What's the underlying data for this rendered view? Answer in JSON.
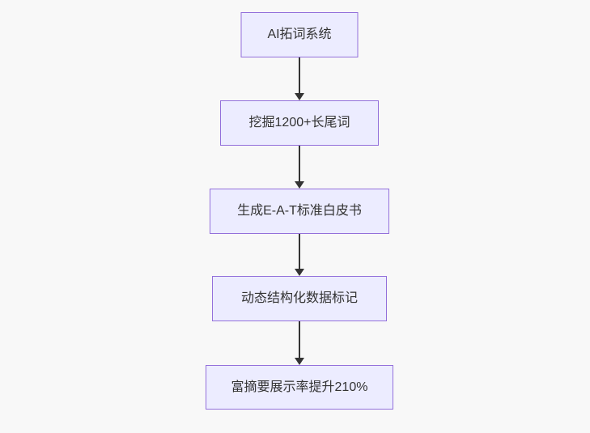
{
  "page": {
    "background": "#f8f8f8"
  },
  "flowchart": {
    "type": "vertical-flow",
    "direction": "top-down",
    "colors": {
      "node_fill": "#ECECFF",
      "node_border": "#9370DB",
      "node_text": "#333333",
      "arrow": "#333333"
    },
    "nodes": [
      {
        "label": "AI拓词系统"
      },
      {
        "label": "挖掘1200+长尾词"
      },
      {
        "label": "生成E-A-T标准白皮书"
      },
      {
        "label": "动态结构化数据标记"
      },
      {
        "label": "富摘要展示率提升210%"
      }
    ],
    "edges": [
      {
        "from": 0,
        "to": 1
      },
      {
        "from": 1,
        "to": 2
      },
      {
        "from": 2,
        "to": 3
      },
      {
        "from": 3,
        "to": 4
      }
    ]
  }
}
